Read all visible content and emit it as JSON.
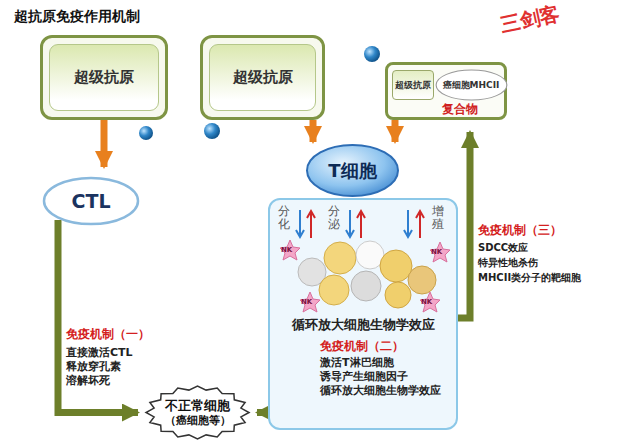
{
  "diagram": {
    "title": "超抗原免疫作用机制",
    "nodes": [
      {
        "text": [
          "超级抗原"
        ]
      },
      {
        "text": [
          "超级抗原"
        ]
      },
      {
        "text": [
          "复合物"
        ]
      },
      {
        "text": [
          "超级抗原"
        ],
        "in": 2
      },
      {
        "text": [
          "癌细胞MHCII"
        ],
        "in": 2
      },
      {
        "text": [
          "CTL"
        ]
      },
      {
        "text": [
          "T细胞"
        ]
      },
      {
        "text": [
          "循环放大细胞生物学效应"
        ]
      },
      {
        "text": [
          "不正常细胞",
          "（癌细胞等）"
        ]
      }
    ],
    "edges": [
      {
        "from": 0,
        "to": 5,
        "arrow": "to"
      },
      {
        "from": 1,
        "to": 6,
        "arrow": "to"
      },
      {
        "from": 2,
        "to": 6,
        "arrow": "to"
      },
      {
        "from": 5,
        "to": 8,
        "label": "免疫机制（一）",
        "arrow": "to"
      },
      {
        "from": 7,
        "to": 8,
        "label": "免疫机制（二）",
        "arrow": "to"
      },
      {
        "from": 7,
        "to": 2,
        "label": "免疫机制（三）",
        "arrow": "to"
      }
    ],
    "labels": [
      "三剑客",
      "直接激活CTL",
      "释放穿孔素",
      "溶解坏死",
      "激活T淋巴细胞",
      "诱导产生细胞因子",
      "循环放大细胞生物学效应",
      "SDCC效应",
      "特异性地杀伤",
      "MHCII类分子的靶细胞",
      "分化",
      "分泌",
      "增殖",
      "NK",
      "NK",
      "NK",
      "NK"
    ]
  }
}
